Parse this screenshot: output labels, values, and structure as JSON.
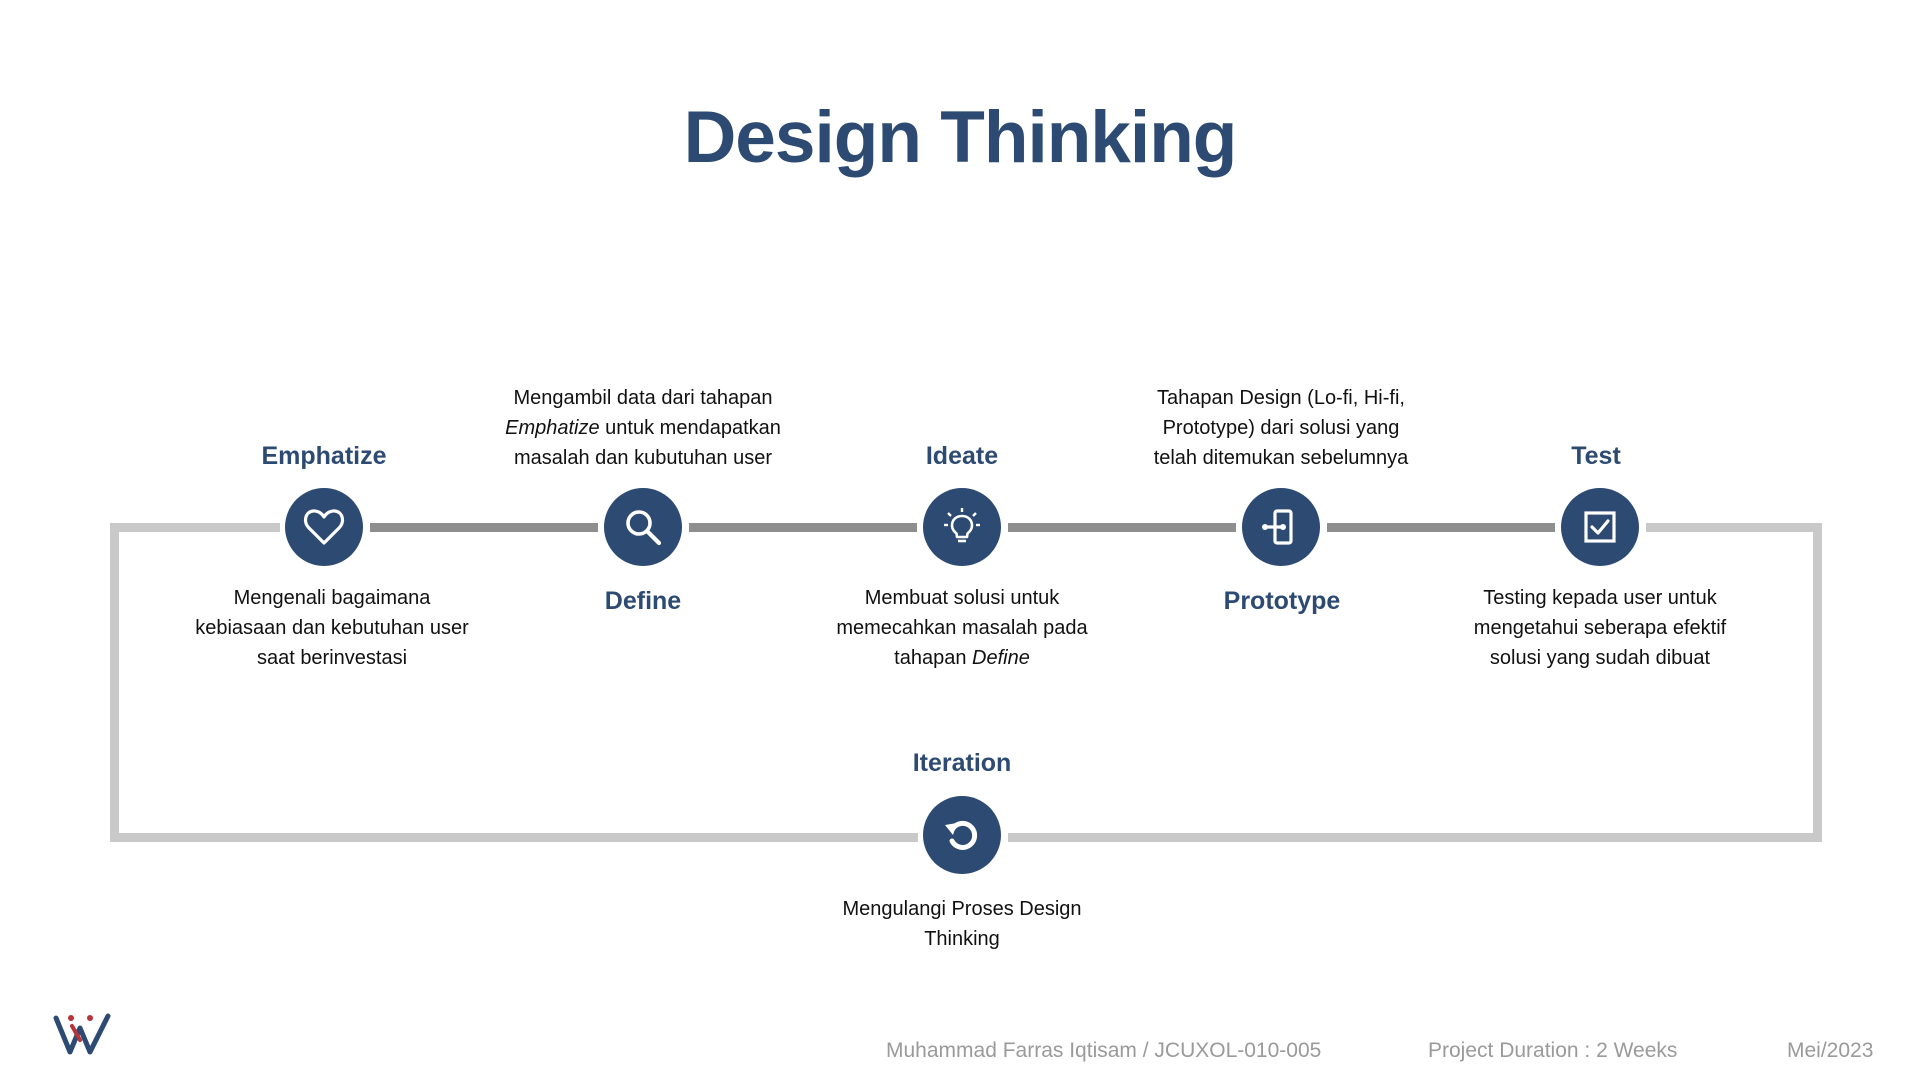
{
  "title": "Design Thinking",
  "colors": {
    "accent": "#2c4a72",
    "connector_dark": "#8e8e8e",
    "connector_light": "#c9c9c9"
  },
  "stages": [
    {
      "label": "Emphatize",
      "icon": "heart-icon",
      "description": [
        "Mengenali bagaimana",
        "kebiasaan dan kebutuhan user",
        "saat berinvestasi"
      ]
    },
    {
      "label": "Define",
      "icon": "search-icon",
      "description": [
        "Mengambil data dari tahapan",
        "Emphatize untuk mendapatkan",
        "masalah dan kubutuhan user"
      ],
      "italic_word": "Emphatize"
    },
    {
      "label": "Ideate",
      "icon": "lightbulb-icon",
      "description": [
        "Membuat solusi untuk",
        "memecahkan masalah pada",
        "tahapan Define"
      ],
      "italic_word": "Define"
    },
    {
      "label": "Prototype",
      "icon": "prototype-icon",
      "description": [
        "Tahapan Design (Lo-fi, Hi-fi,",
        "Prototype) dari solusi yang",
        "telah ditemukan sebelumnya"
      ]
    },
    {
      "label": "Test",
      "icon": "checkbox-icon",
      "description": [
        "Testing kepada user untuk",
        "mengetahui seberapa efektif",
        "solusi yang sudah dibuat"
      ]
    }
  ],
  "iteration": {
    "label": "Iteration",
    "icon": "refresh-icon",
    "description": [
      "Mengulangi Proses Design",
      "Thinking"
    ]
  },
  "footer": {
    "author": "Muhammad Farras Iqtisam / JCUXOL-010-005",
    "duration": "Project Duration : 2 Weeks",
    "date": "Mei/2023"
  },
  "logo": {
    "name": "w-logo"
  }
}
